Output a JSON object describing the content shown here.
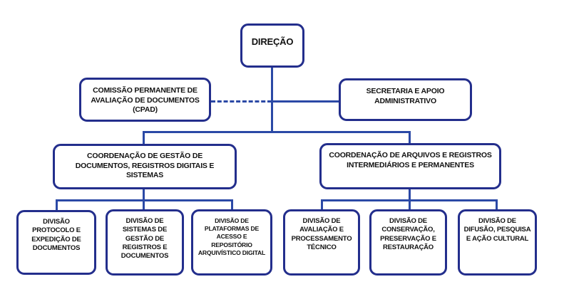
{
  "diagram": {
    "type": "org-chart",
    "root": {
      "label": "DIREÇÃO"
    },
    "staff_units": [
      {
        "id": "cpad",
        "label": "COMISSÃO PERMANENTE DE AVALIAÇÃO DE DOCUMENTOS (CPAD)",
        "connector_style": "dashed"
      },
      {
        "id": "secretaria",
        "label": "SECRETARIA E APOIO ADMINISTRATIVO",
        "connector_style": "solid"
      }
    ],
    "coordinations": [
      {
        "id": "coordenacao-gestao",
        "label": "COORDENAÇÃO DE GESTÃO DE DOCUMENTOS, REGISTROS DIGITAIS E SISTEMAS",
        "divisions": [
          {
            "label": "DIVISÃO PROTOCOLO E EXPEDIÇÃO DE DOCUMENTOS"
          },
          {
            "label": "DIVISÃO DE SISTEMAS DE GESTÃO DE REGISTROS E DOCUMENTOS"
          },
          {
            "label": "DIVISÃO DE PLATAFORMAS DE ACESSO E REPOSITÓRIO ARQUIVÍSTICO DIGITAL"
          }
        ]
      },
      {
        "id": "coordenacao-arquivos",
        "label": "COORDENAÇÃO DE ARQUIVOS E REGISTROS INTERMEDIÁRIOS E PERMANENTES",
        "divisions": [
          {
            "label": "DIVISÃO DE AVALIAÇÃO E PROCESSAMENTO TÉCNICO"
          },
          {
            "label": "DIVISÃO DE CONSERVAÇÃO, PRESERVAÇÃO E RESTAURAÇÃO"
          },
          {
            "label": "DIVISÃO DE DIFUSÃO, PESQUISA E AÇÃO CULTURAL"
          }
        ]
      }
    ],
    "colors": {
      "box_border": "#232e8c",
      "connector": "#2b49a6",
      "text": "#121212",
      "background": "#ffffff"
    }
  }
}
